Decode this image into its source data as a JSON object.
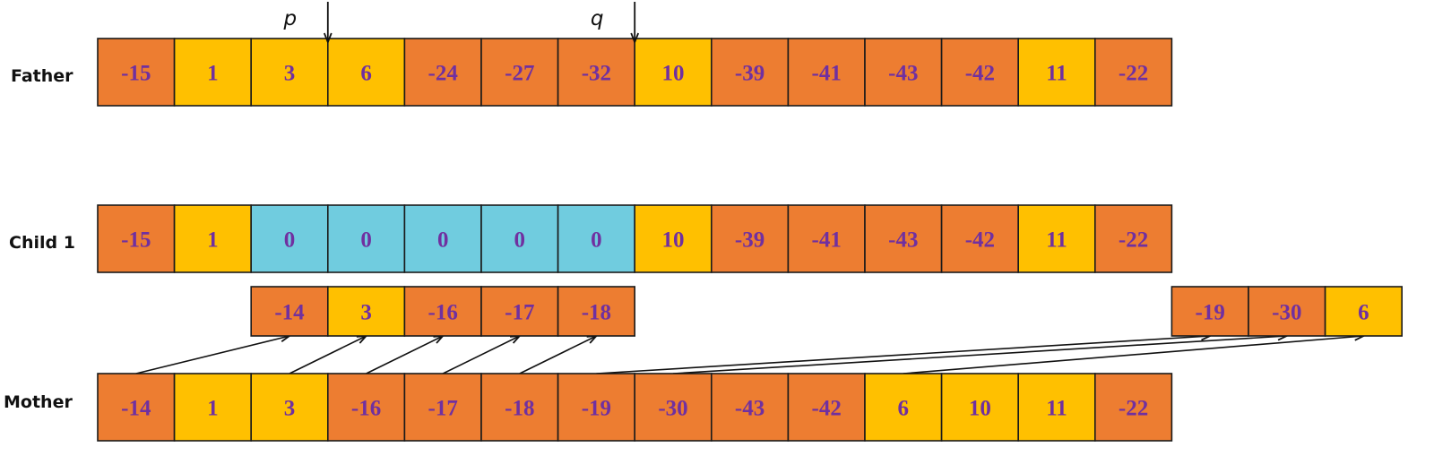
{
  "colors": {
    "negative": "#ED7D31",
    "positive": "#FFC000",
    "zero": "#70CCDF",
    "value_text": "#7030A0",
    "border": "#1a1a1a"
  },
  "rows": {
    "father": {
      "label": "Father",
      "cells": [
        -15,
        1,
        3,
        6,
        -24,
        -27,
        -32,
        10,
        -39,
        -41,
        -43,
        -42,
        11,
        -22
      ]
    },
    "child1": {
      "label": "Child 1",
      "cells": [
        -15,
        1,
        0,
        0,
        0,
        0,
        0,
        10,
        -39,
        -41,
        -43,
        -42,
        11,
        -22
      ]
    },
    "inserted": {
      "cells": [
        -14,
        3,
        -16,
        -17,
        -18
      ]
    },
    "extra": {
      "cells": [
        -19,
        -30,
        6
      ]
    },
    "mother": {
      "label": "Mother",
      "cells": [
        -14,
        1,
        3,
        -16,
        -17,
        -18,
        -19,
        -30,
        -43,
        -42,
        6,
        10,
        11,
        -22
      ]
    }
  },
  "markers": [
    {
      "label": "p",
      "after_index": 2
    },
    {
      "label": "q",
      "after_index": 6
    }
  ],
  "mappings": [
    {
      "from_mother_index": 0,
      "to": "inserted",
      "index": 0
    },
    {
      "from_mother_index": 2,
      "to": "inserted",
      "index": 1
    },
    {
      "from_mother_index": 3,
      "to": "inserted",
      "index": 2
    },
    {
      "from_mother_index": 4,
      "to": "inserted",
      "index": 3
    },
    {
      "from_mother_index": 5,
      "to": "inserted",
      "index": 4
    },
    {
      "from_mother_index": 6,
      "to": "extra",
      "index": 0
    },
    {
      "from_mother_index": 7,
      "to": "extra",
      "index": 1
    },
    {
      "from_mother_index": 10,
      "to": "extra",
      "index": 2
    }
  ]
}
